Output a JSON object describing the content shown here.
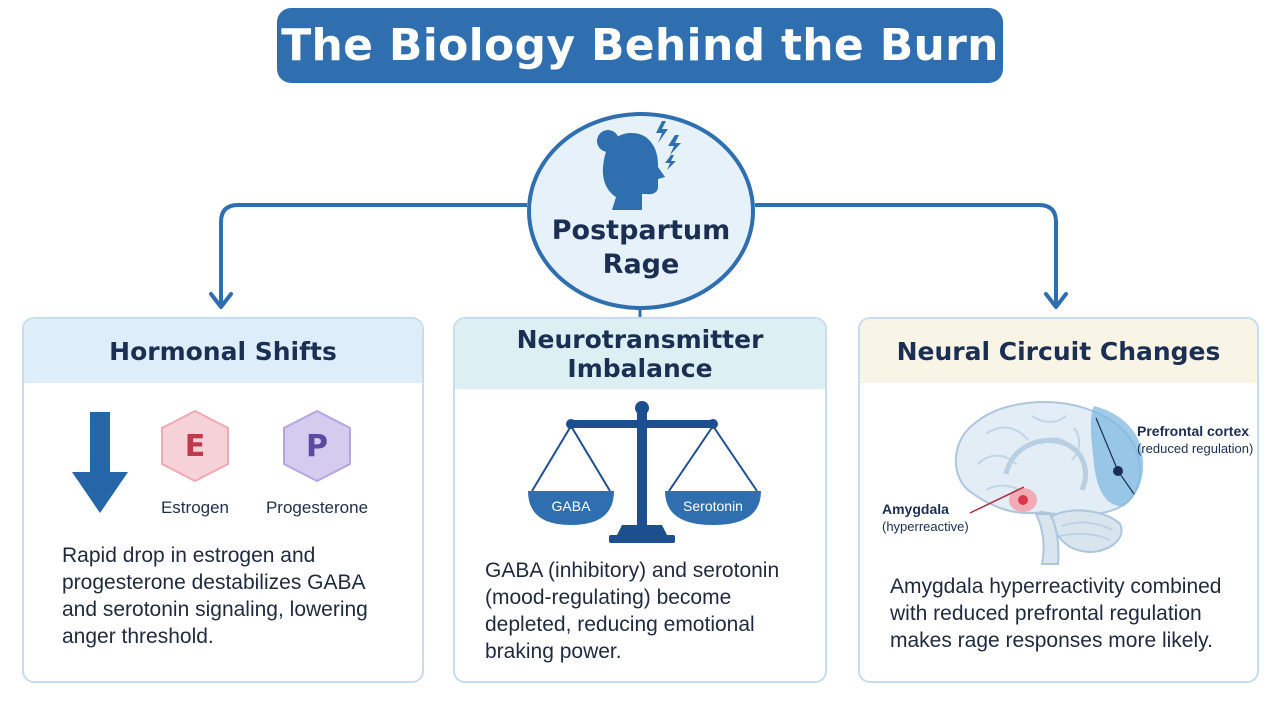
{
  "title": "The Biology Behind the Burn",
  "hub": {
    "label": "Postpartum\nRage",
    "icon": "head-lightning-icon"
  },
  "cards": [
    {
      "header": "Hormonal Shifts",
      "icon": "down-arrow-icon",
      "hexes": [
        {
          "letter": "E",
          "label": "Estrogen",
          "color": "#f4c3cc"
        },
        {
          "letter": "P",
          "label": "Progesterone",
          "color": "#c9bde8"
        }
      ],
      "body": "Rapid drop in estrogen and progesterone destabilizes GABA and serotonin signaling, lowering anger threshold."
    },
    {
      "header": "Neurotransmitter Imbalance",
      "icon": "balance-scale-icon",
      "pans": {
        "left": "GABA",
        "right": "Serotonin"
      },
      "body": "GABA (inhibitory) and serotonin (mood-regulating) become depleted, reducing emotional braking power."
    },
    {
      "header": "Neural Circuit Changes",
      "icon": "brain-icon",
      "regions": {
        "pfc_title": "Prefrontal cortex",
        "pfc_note": "(reduced regulation)",
        "amy_title": "Amygdala",
        "amy_note": "(hyperreactive)"
      },
      "body": "Amygdala hyperreactivity combined with reduced prefrontal regulation makes rage responses more likely."
    }
  ],
  "colors": {
    "primary": "#2f6fb0",
    "navy": "#1b2f52",
    "amygdala": "#e8606e",
    "prefrontal": "#7fb8e0"
  }
}
